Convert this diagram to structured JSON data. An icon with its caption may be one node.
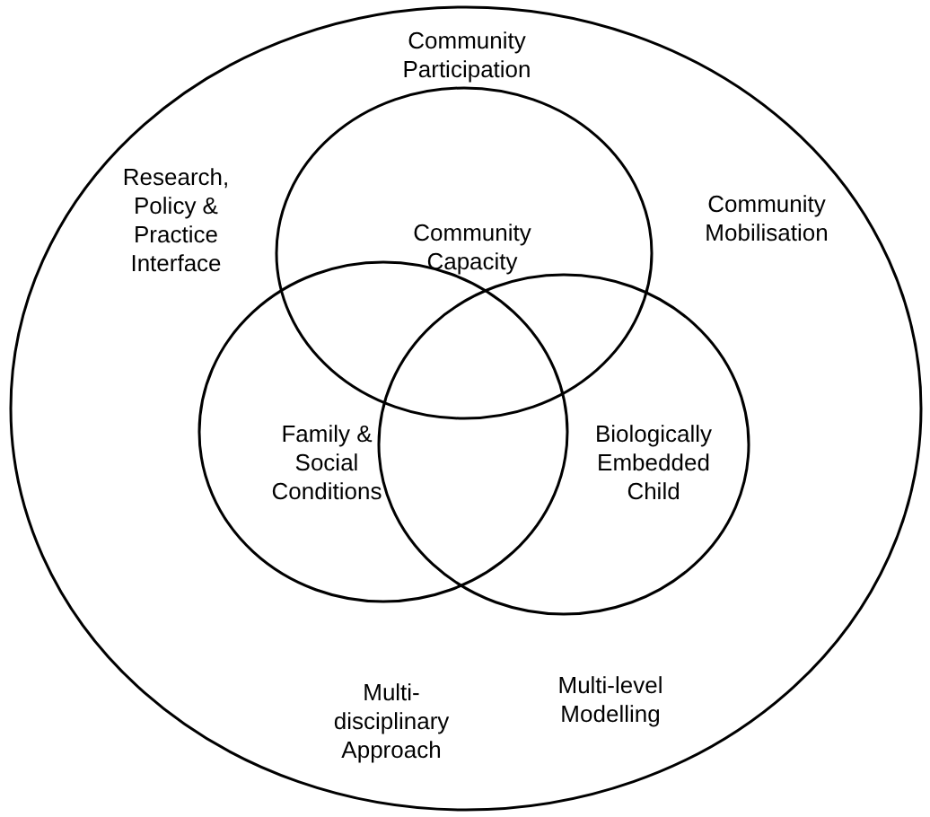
{
  "diagram": {
    "nodes": [
      {
        "text": [
          "Community Participation",
          "Research, Policy & Practice Interface",
          "Community Mobilisation",
          "Multi-disciplinary Approach",
          "Multi-level Modelling"
        ]
      },
      {
        "text": [
          "Community Capacity"
        ],
        "in": 0
      },
      {
        "text": [
          "Family & Social Conditions"
        ],
        "in": 0
      },
      {
        "text": [
          "Biologically Embedded Child"
        ],
        "in": 0
      }
    ]
  }
}
